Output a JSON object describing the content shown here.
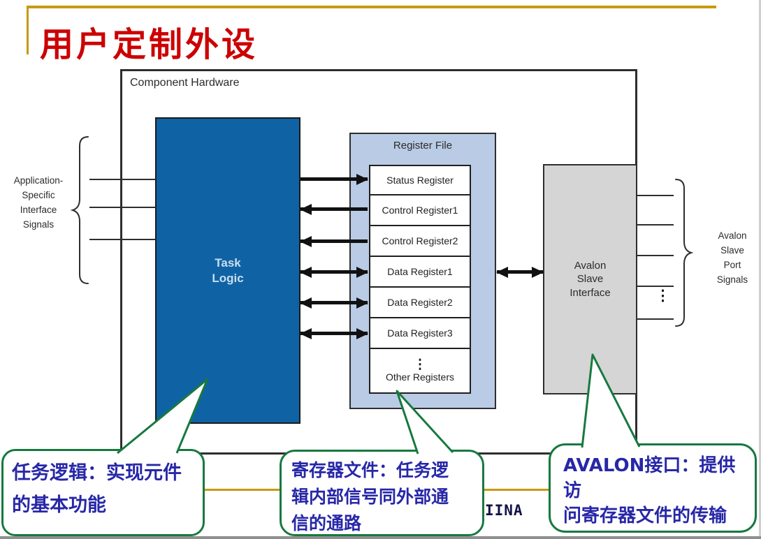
{
  "slide": {
    "title": "用户定制外设",
    "footer_fragment": "IINA"
  },
  "diagram": {
    "frame_label": "Component Hardware",
    "task_logic_label": "Task\nLogic",
    "register_file": {
      "title": "Register File",
      "registers": [
        "Status Register",
        "Control Register1",
        "Control Register2",
        "Data Register1",
        "Data Register2",
        "Data Register3"
      ],
      "other_box": {
        "dots": "⋮",
        "label": "Other Registers"
      }
    },
    "avalon_label": "Avalon\nSlave\nInterface",
    "left_group_label": "Application-\nSpecific\nInterface\nSignals",
    "right_group_label": "Avalon\nSlave\nPort\nSignals",
    "right_dots": "⋮",
    "arrows": {
      "task_to_registers": [
        "right",
        "left",
        "left",
        "both",
        "both",
        "both"
      ],
      "register_file_to_avalon": "both"
    }
  },
  "callouts": [
    {
      "id": "task-logic-callout",
      "text": "任务逻辑：实现元件\n的基本功能"
    },
    {
      "id": "register-file-callout",
      "text": "寄存器文件：任务逻\n辑内部信号同外部通\n信的通路"
    },
    {
      "id": "avalon-callout",
      "text": "AVALON接口：提供访\n问寄存器文件的传输"
    }
  ],
  "colors": {
    "title_red": "#CC0000",
    "accent_gold": "#C79A11",
    "task_logic_blue": "#0F63A5",
    "register_file_blue": "#B9CBE5",
    "avalon_gray": "#D5D5D5",
    "callout_green": "#17793F",
    "callout_text_blue": "#2727A8"
  }
}
